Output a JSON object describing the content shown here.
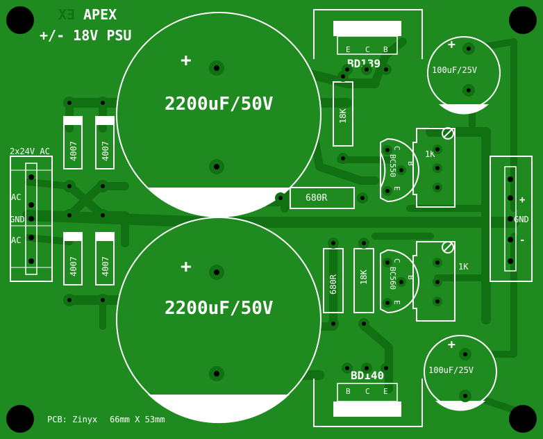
{
  "title": {
    "line1": "APEX",
    "line2": "+/- 18V PSU",
    "mirror": "EX"
  },
  "footer": {
    "pcb": "PCB: Zinyx",
    "size": "66mm X 53mm"
  },
  "input": {
    "header": "2x24V AC",
    "pins": [
      "AC",
      "GND",
      "AC"
    ]
  },
  "output": {
    "pins": [
      "+",
      "GND",
      "-"
    ]
  },
  "caps_large": [
    {
      "value": "2200uF/50V",
      "plus": "+"
    },
    {
      "value": "2200uF/50V",
      "plus": "+"
    }
  ],
  "caps_small": [
    {
      "value": "100uF/25V",
      "plus": "+"
    },
    {
      "value": "100uF/25V",
      "plus": "+"
    }
  ],
  "diodes": [
    "4007",
    "4007",
    "4007",
    "4007"
  ],
  "transistors": {
    "top": {
      "name": "BD139",
      "pins": [
        "E",
        "C",
        "B"
      ]
    },
    "bottom": {
      "name": "BD140",
      "pins": [
        "B",
        "C",
        "E"
      ]
    },
    "q_top": {
      "name": "BC550",
      "pins": [
        "C",
        "B",
        "E"
      ]
    },
    "q_bottom": {
      "name": "BC560",
      "pins": [
        "C",
        "B",
        "E"
      ]
    }
  },
  "resistors": {
    "r_top_18k": "18K",
    "r_680": "680R",
    "r_bot_680": "680R",
    "r_bot_18k": "18K"
  },
  "trimmers": [
    "1K",
    "1K"
  ],
  "colors": {
    "board": "#1f8a1f",
    "trace": "#117011",
    "silk": "#ffffff",
    "hole": "#000000"
  }
}
